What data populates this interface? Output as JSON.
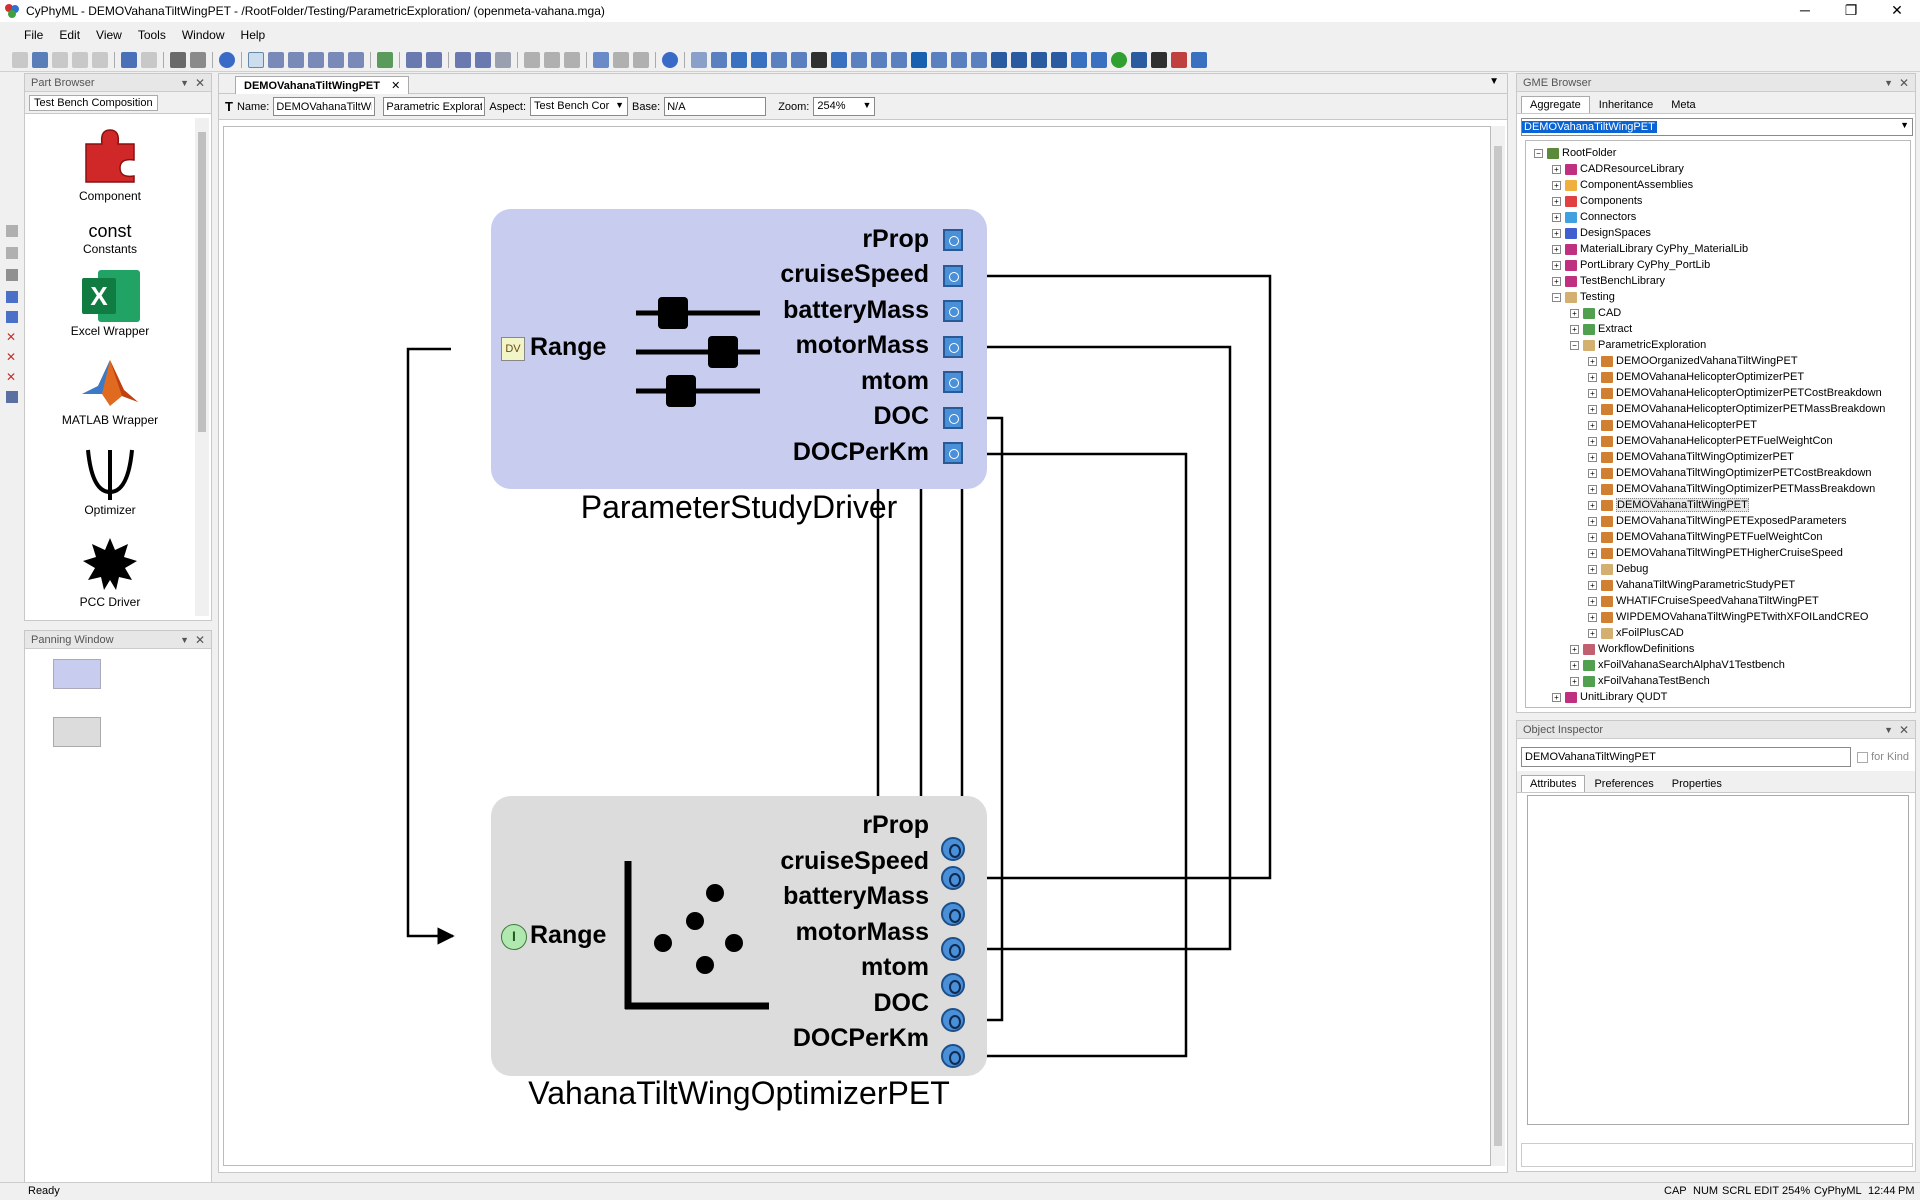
{
  "window": {
    "title": "CyPhyML - DEMOVahanaTiltWingPET - /RootFolder/Testing/ParametricExploration/ (openmeta-vahana.mga)",
    "controls": [
      "─",
      "❐",
      "✕"
    ]
  },
  "menu": [
    "File",
    "Edit",
    "View",
    "Tools",
    "Window",
    "Help"
  ],
  "part_browser": {
    "title": "Part Browser",
    "tab": "Test Bench Composition",
    "parts": [
      {
        "label": "Component",
        "icon": "puzzle-icon"
      },
      {
        "label": "Constants",
        "icon": "const-icon",
        "icon_text": "const"
      },
      {
        "label": "Excel Wrapper",
        "icon": "excel-icon",
        "icon_text": "X"
      },
      {
        "label": "MATLAB Wrapper",
        "icon": "matlab-icon"
      },
      {
        "label": "Optimizer",
        "icon": "optimizer-icon"
      },
      {
        "label": "PCC Driver",
        "icon": "pcc-driver-icon"
      }
    ]
  },
  "panning": {
    "title": "Panning Window"
  },
  "editor": {
    "tab": "DEMOVahanaTiltWingPET",
    "props": {
      "name_label": "Name:",
      "name_value": "DEMOVahanaTiltWi",
      "kind_value": "Parametric Explorati",
      "aspect_label": "Aspect:",
      "aspect_value": "Test Bench Cor",
      "base_label": "Base:",
      "base_value": "N/A",
      "zoom_label": "Zoom:",
      "zoom_value": "254%"
    }
  },
  "diagram": {
    "driver": {
      "name": "ParameterStudyDriver",
      "dv_badge": "DV",
      "input": "Range",
      "outputs": [
        "rProp",
        "cruiseSpeed",
        "batteryMass",
        "motorMass",
        "mtom",
        "DOC",
        "DOCPerKm"
      ],
      "fill": "#c8cdf0"
    },
    "optimizer": {
      "name": "VahanaTiltWingOptimizerPET",
      "i_badge": "I",
      "input": "Range",
      "outputs": [
        "rProp",
        "cruiseSpeed",
        "batteryMass",
        "motorMass",
        "mtom",
        "DOC",
        "DOCPerKm"
      ],
      "fill": "#dcdcdc"
    },
    "connection_color": "#000000",
    "port_color": "#4a90d9"
  },
  "gme_browser": {
    "title": "GME Browser",
    "tabs": [
      "Aggregate",
      "Inheritance",
      "Meta"
    ],
    "selected": "DEMOVahanaTiltWingPET",
    "tree": [
      {
        "label": "RootFolder",
        "depth": 0,
        "exp": "−",
        "icon": "#5a8a3a"
      },
      {
        "label": "CADResourceLibrary",
        "depth": 1,
        "exp": "+",
        "icon": "#c03080"
      },
      {
        "label": "ComponentAssemblies",
        "depth": 1,
        "exp": "+",
        "icon": "#f0b040"
      },
      {
        "label": "Components",
        "depth": 1,
        "exp": "+",
        "icon": "#e04040"
      },
      {
        "label": "Connectors",
        "depth": 1,
        "exp": "+",
        "icon": "#40a0e0"
      },
      {
        "label": "DesignSpaces",
        "depth": 1,
        "exp": "+",
        "icon": "#4060d0"
      },
      {
        "label": "MaterialLibrary CyPhy_MaterialLib",
        "depth": 1,
        "exp": "+",
        "icon": "#c03080"
      },
      {
        "label": "PortLibrary CyPhy_PortLib",
        "depth": 1,
        "exp": "+",
        "icon": "#c03080"
      },
      {
        "label": "TestBenchLibrary",
        "depth": 1,
        "exp": "+",
        "icon": "#c03080"
      },
      {
        "label": "Testing",
        "depth": 1,
        "exp": "−",
        "icon": "#d4b070"
      },
      {
        "label": "CAD",
        "depth": 2,
        "exp": "+",
        "icon": "#50a050"
      },
      {
        "label": "Extract",
        "depth": 2,
        "exp": "+",
        "icon": "#50a050"
      },
      {
        "label": "ParametricExploration",
        "depth": 2,
        "exp": "−",
        "icon": "#d4b070"
      },
      {
        "label": "DEMOOrganizedVahanaTiltWingPET",
        "depth": 3,
        "exp": "+",
        "icon": "#d08030"
      },
      {
        "label": "DEMOVahanaHelicopterOptimizerPET",
        "depth": 3,
        "exp": "+",
        "icon": "#d08030"
      },
      {
        "label": "DEMOVahanaHelicopterOptimizerPETCostBreakdown",
        "depth": 3,
        "exp": "+",
        "icon": "#d08030"
      },
      {
        "label": "DEMOVahanaHelicopterOptimizerPETMassBreakdown",
        "depth": 3,
        "exp": "+",
        "icon": "#d08030"
      },
      {
        "label": "DEMOVahanaHelicopterPET",
        "depth": 3,
        "exp": "+",
        "icon": "#d08030"
      },
      {
        "label": "DEMOVahanaHelicopterPETFuelWeightCon",
        "depth": 3,
        "exp": "+",
        "icon": "#d08030"
      },
      {
        "label": "DEMOVahanaTiltWingOptimizerPET",
        "depth": 3,
        "exp": "+",
        "icon": "#d08030"
      },
      {
        "label": "DEMOVahanaTiltWingOptimizerPETCostBreakdown",
        "depth": 3,
        "exp": "+",
        "icon": "#d08030"
      },
      {
        "label": "DEMOVahanaTiltWingOptimizerPETMassBreakdown",
        "depth": 3,
        "exp": "+",
        "icon": "#d08030"
      },
      {
        "label": "DEMOVahanaTiltWingPET",
        "depth": 3,
        "exp": "+",
        "icon": "#d08030",
        "hl": true
      },
      {
        "label": "DEMOVahanaTiltWingPETExposedParameters",
        "depth": 3,
        "exp": "+",
        "icon": "#d08030"
      },
      {
        "label": "DEMOVahanaTiltWingPETFuelWeightCon",
        "depth": 3,
        "exp": "+",
        "icon": "#d08030"
      },
      {
        "label": "DEMOVahanaTiltWingPETHigherCruiseSpeed",
        "depth": 3,
        "exp": "+",
        "icon": "#d08030"
      },
      {
        "label": "Debug",
        "depth": 3,
        "exp": "+",
        "icon": "#d4b070"
      },
      {
        "label": "VahanaTiltWingParametricStudyPET",
        "depth": 3,
        "exp": "+",
        "icon": "#d08030"
      },
      {
        "label": "WHATIFCruiseSpeedVahanaTiltWingPET",
        "depth": 3,
        "exp": "+",
        "icon": "#d08030"
      },
      {
        "label": "WIPDEMOVahanaTiltWingPETwithXFOILandCREO",
        "depth": 3,
        "exp": "+",
        "icon": "#d08030"
      },
      {
        "label": "xFoilPlusCAD",
        "depth": 3,
        "exp": "+",
        "icon": "#d4b070"
      },
      {
        "label": "WorkflowDefinitions",
        "depth": 2,
        "exp": "+",
        "icon": "#c06070"
      },
      {
        "label": "xFoilVahanaSearchAlphaV1Testbench",
        "depth": 2,
        "exp": "+",
        "icon": "#50a050"
      },
      {
        "label": "xFoilVahanaTestBench",
        "depth": 2,
        "exp": "+",
        "icon": "#50a050"
      },
      {
        "label": "UnitLibrary QUDT",
        "depth": 1,
        "exp": "+",
        "icon": "#c03080"
      }
    ]
  },
  "inspector": {
    "title": "Object Inspector",
    "name": "DEMOVahanaTiltWingPET",
    "for_kind": "for Kind",
    "tabs": [
      "Attributes",
      "Preferences",
      "Properties"
    ]
  },
  "status": {
    "left": "Ready",
    "right": [
      "CAP",
      "NUM",
      "SCRL",
      "EDIT",
      "254%",
      "CyPhyML",
      "12:44",
      "PM"
    ]
  }
}
